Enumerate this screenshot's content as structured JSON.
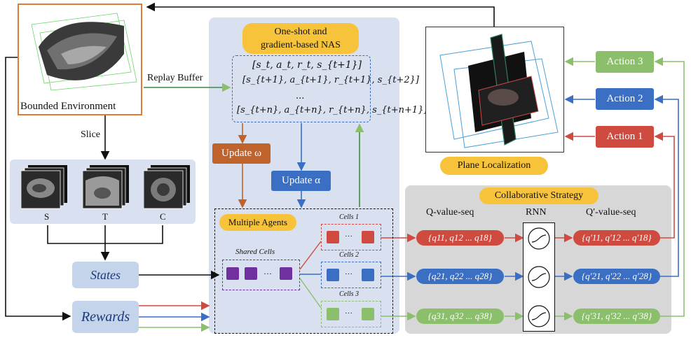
{
  "environment": {
    "label": "Bounded Environment"
  },
  "slice": {
    "label": "Slice"
  },
  "replay": {
    "label": "Replay Buffer"
  },
  "views": [
    {
      "label": "S"
    },
    {
      "label": "T"
    },
    {
      "label": "C"
    }
  ],
  "states": {
    "label": "States"
  },
  "rewards": {
    "label": "Rewards"
  },
  "nas": {
    "title_line1": "One-shot and",
    "title_line2": "gradient-based NAS"
  },
  "buffer": {
    "rows": [
      "[s_t, a_t, r_t, s_{t+1}]",
      "[s_{t+1}, a_{t+1}, r_{t+1}, s_{t+2}]",
      "...",
      "[s_{t+n}, a_{t+n}, r_{t+n}, s_{t+n+1}]"
    ]
  },
  "update_omega": {
    "label": "Update ω"
  },
  "update_alpha": {
    "label": "Update α"
  },
  "agents": {
    "title": "Multiple Agents",
    "shared_label": "Shared Cells",
    "cells": [
      "Cells 1",
      "Cells 2",
      "Cells 3"
    ]
  },
  "collab": {
    "title": "Collaborative Strategy",
    "q_header": "Q-value-seq",
    "rnn_header": "RNN",
    "qp_header": "Q′-value-seq",
    "q_seq": [
      "{q11, q12 ... q18}",
      "{q21, q22 ... q28}",
      "{q31, q32 ... q38}"
    ],
    "qp_seq": [
      "{q′11, q′12 ... q′18}",
      "{q′21, q′22 ... q′28}",
      "{q′31, q′32 ... q′38}"
    ]
  },
  "actions": [
    "Action 3",
    "Action 2",
    "Action 1"
  ],
  "plane": {
    "label": "Plane Localization"
  },
  "colors": {
    "red": "#cf4a3f",
    "blue": "#3a6fc4",
    "green": "#8bbf6b",
    "orange": "#c0622b",
    "purple": "#7030a0",
    "yellow": "#f7c33b"
  }
}
